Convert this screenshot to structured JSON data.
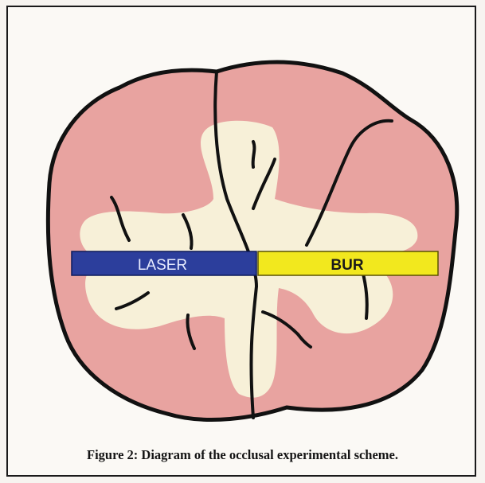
{
  "figure": {
    "caption": "Figure 2: Diagram of the occlusal experimental scheme."
  },
  "bars": {
    "laser": {
      "label": "LASER",
      "fill": "#2c3e9c",
      "text_color": "#e8ecff"
    },
    "bur": {
      "label": "BUR",
      "fill": "#f2e81e",
      "text_color": "#1a1a1a"
    }
  },
  "colors": {
    "tooth": "#e8a3a0",
    "fissure_area": "#f7f0d8",
    "outline": "#111111"
  }
}
